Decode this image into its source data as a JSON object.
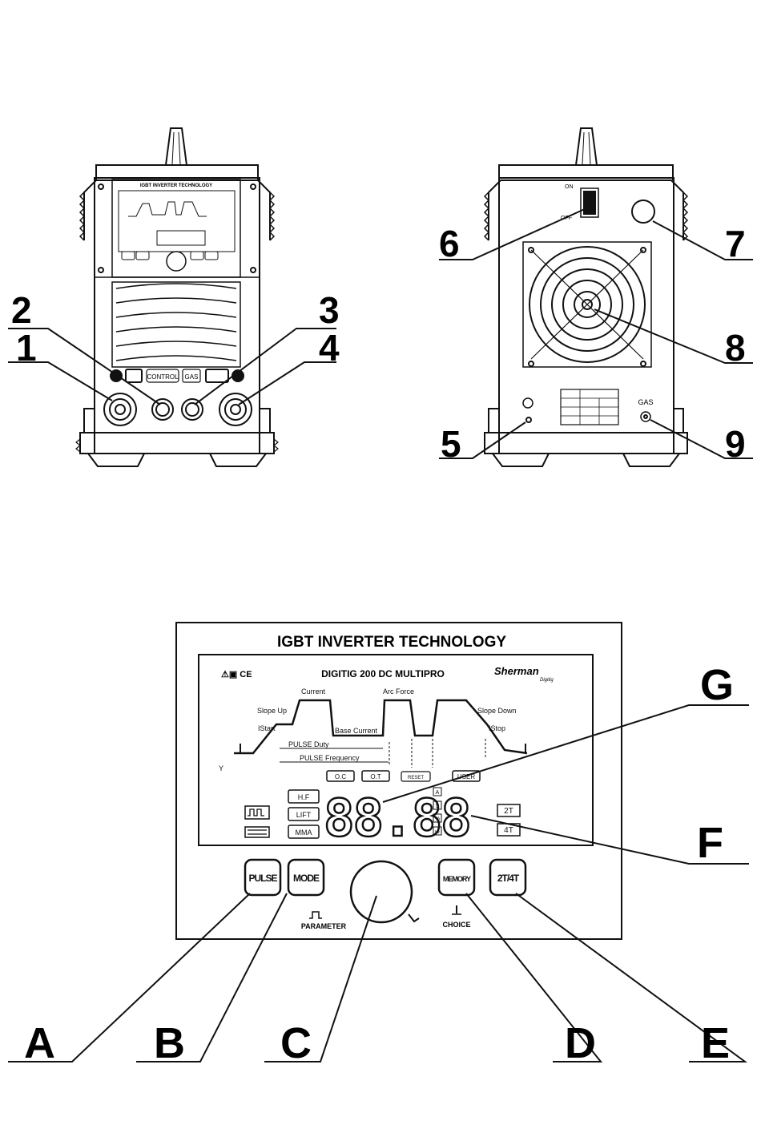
{
  "front_unit": {
    "brand_header": "IGBT INVERTER TECHNOLOGY",
    "panel_buttons": [
      "CONTROL",
      "GAS"
    ],
    "callouts": [
      "1",
      "2",
      "3",
      "4"
    ]
  },
  "rear_unit": {
    "switch_on": "ON",
    "switch_off": "OFF",
    "gas_label": "GAS",
    "callouts": [
      "5",
      "6",
      "7",
      "8",
      "9"
    ]
  },
  "control_panel": {
    "header": "IGBT INVERTER TECHNOLOGY",
    "model": "DIGITIG 200 DC MULTIPRO",
    "brand": "Sherman",
    "brand_sub": "Digitig",
    "cert_marks": "⚠▣ CE",
    "graph_labels": {
      "current": "Current",
      "arc_force": "Arc Force",
      "slope_up": "Slope Up",
      "slope_down": "Slope Down",
      "istart": "IStart",
      "istop": "IStop",
      "base_current": "Base Current",
      "pulse_duty": "PULSE Duty",
      "pulse_frequency": "PULSE Frequency",
      "y_marker": "Y"
    },
    "indicators_top": [
      "O.C",
      "O.T",
      "RESET",
      "USER"
    ],
    "mode_indicators": [
      "H.F",
      "LIFT",
      "MMA"
    ],
    "display": "88.88",
    "unit_indicators": [
      "A",
      "S",
      "%",
      "Hz"
    ],
    "trigger_indicators": [
      "2T",
      "4T"
    ],
    "buttons": {
      "pulse": "PULSE",
      "mode": "MODE",
      "memory": "MEMORY",
      "trigger": "2T/4T"
    },
    "parameter_label": "PARAMETER",
    "choice_label": "CHOICE"
  },
  "panel_callouts": [
    "A",
    "B",
    "C",
    "D",
    "E",
    "F",
    "G"
  ]
}
